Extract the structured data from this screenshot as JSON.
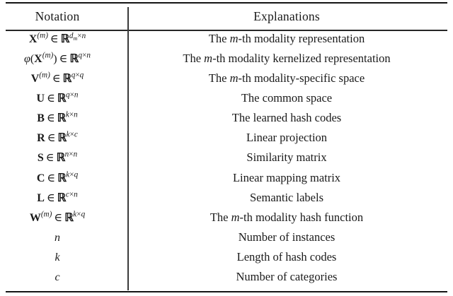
{
  "table": {
    "headers": {
      "notation": "Notation",
      "explanations": "Explanations"
    },
    "rows": [
      {
        "notation": "X^(m) ∈ ℝ^{d_m×n}",
        "explanation": "The m-th modality representation"
      },
      {
        "notation": "φ(X^(m)) ∈ ℝ^{q×n}",
        "explanation": "The m-th modality kernelized representation"
      },
      {
        "notation": "V^(m) ∈ ℝ^{q×q}",
        "explanation": "The m-th modality-specific space"
      },
      {
        "notation": "U ∈ ℝ^{q×n}",
        "explanation": "The common space"
      },
      {
        "notation": "B ∈ ℝ^{k×n}",
        "explanation": "The learned hash codes"
      },
      {
        "notation": "R ∈ ℝ^{k×c}",
        "explanation": "Linear projection"
      },
      {
        "notation": "S ∈ ℝ^{n×n}",
        "explanation": "Similarity matrix"
      },
      {
        "notation": "C ∈ ℝ^{k×q}",
        "explanation": "Linear mapping matrix"
      },
      {
        "notation": "L ∈ ℝ^{c×n}",
        "explanation": "Semantic labels"
      },
      {
        "notation": "W^(m) ∈ ℝ^{k×q}",
        "explanation": "The m-th modality hash function"
      },
      {
        "notation": "n",
        "explanation": "Number of instances"
      },
      {
        "notation": "k",
        "explanation": "Length of hash codes"
      },
      {
        "notation": "c",
        "explanation": "Number of categories"
      }
    ]
  },
  "style": {
    "rule_color": "#141414",
    "text_color": "#1a1a1a",
    "background": "#ffffff"
  }
}
